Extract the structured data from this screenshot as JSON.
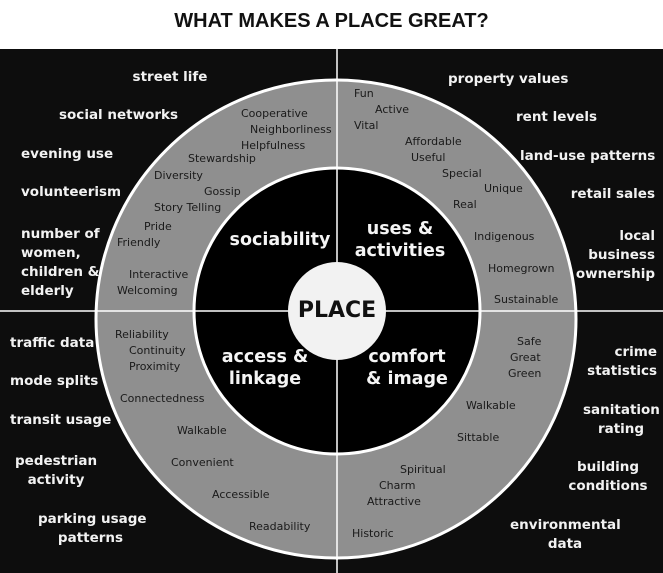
{
  "title": "WHAT MAKES A PLACE GREAT?",
  "colors": {
    "background": "#0d0d0d",
    "ring": "#8f8f8f",
    "core": "#000000",
    "center": "#f2f2f2",
    "lines": "#ffffff"
  },
  "center": {
    "label": "PLACE"
  },
  "quadrants": {
    "sociability": {
      "label": "sociability",
      "attributes": [
        "Cooperative",
        "Neighborliness",
        "Helpfulness",
        "Stewardship",
        "Diversity",
        "Gossip",
        "Story Telling",
        "Pride",
        "Friendly",
        "Interactive",
        "Welcoming"
      ],
      "measurements": [
        "street life",
        "social networks",
        "evening use",
        "volunteerism",
        "number of women, children & elderly"
      ]
    },
    "uses_activities": {
      "label_line1": "uses &",
      "label_line2": "activities",
      "attributes": [
        "Fun",
        "Active",
        "Vital",
        "Affordable",
        "Useful",
        "Special",
        "Unique",
        "Real",
        "Indigenous",
        "Homegrown",
        "Sustainable"
      ],
      "measurements": [
        "property values",
        "rent levels",
        "land-use patterns",
        "retail sales",
        "local business ownership"
      ]
    },
    "access_linkage": {
      "label_line1": "access &",
      "label_line2": "linkage",
      "attributes": [
        "Reliability",
        "Continuity",
        "Proximity",
        "Connectedness",
        "Walkable",
        "Convenient",
        "Accessible",
        "Readability"
      ],
      "measurements": [
        "traffic data",
        "mode splits",
        "transit usage",
        "pedestrian activity",
        "parking  usage patterns"
      ]
    },
    "comfort_image": {
      "label_line1": "comfort",
      "label_line2": "& image",
      "attributes": [
        "Safe",
        "Great",
        "Green",
        "Walkable",
        "Sittable",
        "Spiritual",
        "Charm",
        "Attractive",
        "Historic"
      ],
      "measurements": [
        "crime statistics",
        "sanitation rating",
        "building conditions",
        "environmental data"
      ]
    }
  },
  "measurement_lines": {
    "soc_women_1": "number of",
    "soc_women_2": "women,",
    "soc_women_3": "children &",
    "soc_women_4": "elderly",
    "uses_local_1": "local",
    "uses_local_2": "business",
    "uses_local_3": "ownership",
    "acc_ped_1": "pedestrian",
    "acc_ped_2": "activity",
    "acc_park_1": "parking  usage",
    "acc_park_2": "patterns",
    "com_crime_1": "crime",
    "com_crime_2": "statistics",
    "com_san_1": "sanitation",
    "com_san_2": "rating",
    "com_bld_1": "building",
    "com_bld_2": "conditions",
    "com_env_1": "environmental",
    "com_env_2": "data"
  }
}
